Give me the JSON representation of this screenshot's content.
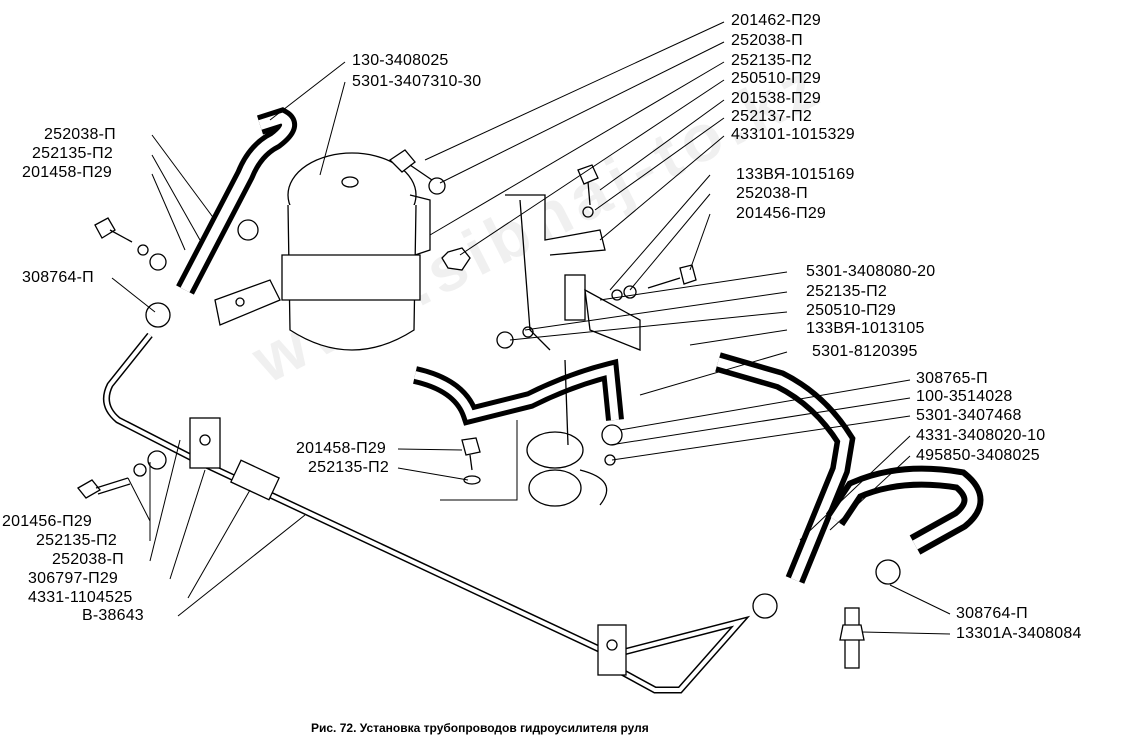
{
  "caption": "Рис. 72. Установка трубопроводов гидроусилителя руля",
  "watermark": "www.sibhaj-to.kz",
  "labels": {
    "top_right": [
      "201462-П29",
      "252038-П",
      "252135-П2",
      "250510-П29",
      "201538-П29",
      "252137-П2",
      "433101-1015329"
    ],
    "top_center": [
      "130-3408025",
      "5301-3407310-30"
    ],
    "top_left": [
      "252038-П",
      "252135-П2",
      "201458-П29"
    ],
    "left_single": "308764-П",
    "mid_right_a": [
      "133ВЯ-1015169",
      "252038-П",
      "201456-П29"
    ],
    "mid_right_b": [
      "5301-3408080-20",
      "252135-П2",
      "250510-П29",
      "133ВЯ-1013105"
    ],
    "mid_right_c": "5301-8120395",
    "right_group": [
      "308765-П",
      "100-3514028",
      "5301-3407468",
      "4331-3408020-10",
      "495850-3408025"
    ],
    "center_group": [
      "201458-П29",
      "252135-П2"
    ],
    "bottom_left": [
      "201456-П29",
      "252135-П2",
      "252038-П",
      "306797-П29",
      "4331-1104525",
      "В-38643"
    ],
    "bottom_right": [
      "308764-П",
      "13301А-3408084"
    ]
  }
}
